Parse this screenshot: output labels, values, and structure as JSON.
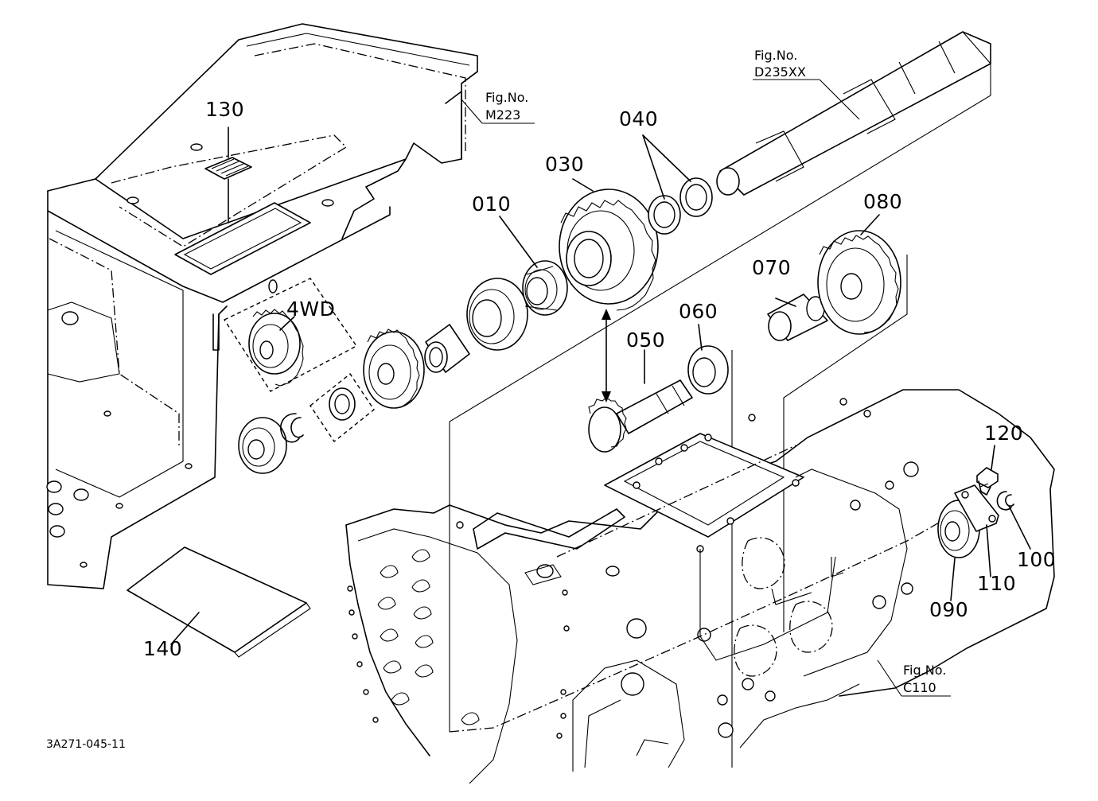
{
  "diagram": {
    "part_labels": [
      "130",
      "010",
      "030",
      "040",
      "080",
      "070",
      "060",
      "050",
      "4WD",
      "120",
      "100",
      "110",
      "090",
      "140"
    ],
    "figure_refs": [
      {
        "prefix": "Fig.No.",
        "code": "M223"
      },
      {
        "prefix": "Fig.No.",
        "code": "D235XX"
      },
      {
        "prefix": "Fig.No.",
        "code": "C110"
      }
    ],
    "drawing_code": "3A271-045-11"
  }
}
